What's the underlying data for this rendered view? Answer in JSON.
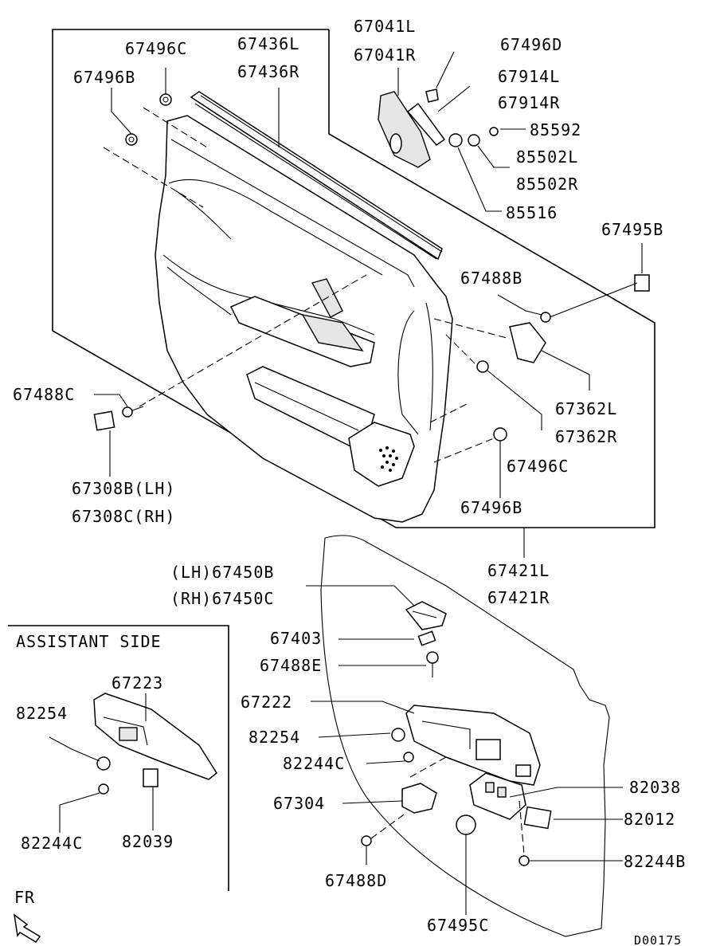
{
  "labels": {
    "p67496c_top": "67496C",
    "p67496b_top": "67496B",
    "p67436l": "67436L",
    "p67436r": "67436R",
    "p67041l": "67041L",
    "p67041r": "67041R",
    "p67496d": "67496D",
    "p67914l": "67914L",
    "p67914r": "67914R",
    "p85592": "85592",
    "p85502l": "85502L",
    "p85502r": "85502R",
    "p85516": "85516",
    "p67495b": "67495B",
    "p67488b": "67488B",
    "p67362l": "67362L",
    "p67362r": "67362R",
    "p67496c_mid": "67496C",
    "p67496b_mid": "67496B",
    "p67488c": "67488C",
    "p67308b": "67308B(LH)",
    "p67308c": "67308C(RH)",
    "p67421l": "67421L",
    "p67421r": "67421R",
    "p67450b": "(LH)67450B",
    "p67450c": "(RH)67450C",
    "p67403": "67403",
    "p67488e": "67488E",
    "p67222": "67222",
    "p82254_main": "82254",
    "p82244c_main": "82244C",
    "p67304": "67304",
    "p67488d": "67488D",
    "p67495c": "67495C",
    "p82038": "82038",
    "p82012": "82012",
    "p82244b": "82244B",
    "assistant_title": "ASSISTANT SIDE",
    "p67223": "67223",
    "p82254_assist": "82254",
    "p82244c_assist": "82244C",
    "p82039": "82039",
    "fr": "FR",
    "diagram_code": "D00175"
  }
}
